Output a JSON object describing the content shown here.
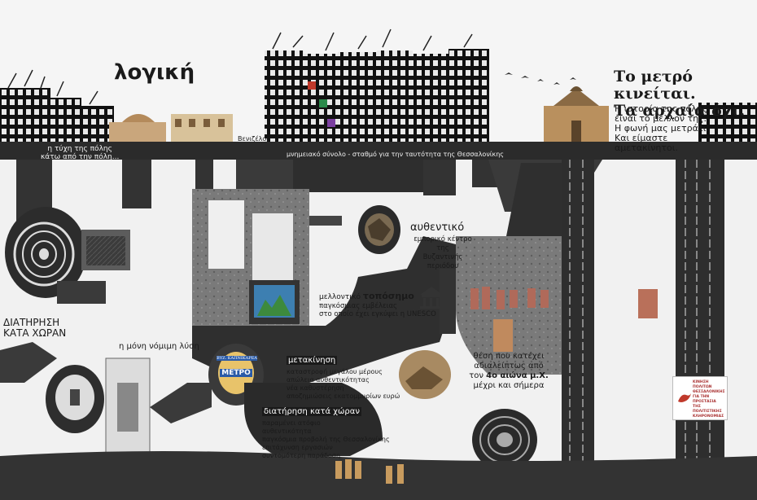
{
  "header": {
    "logic_title": "λογική",
    "slogan_line1": "Το μετρό κινείται.",
    "slogan_line2": "Τα αρχαία όχι.",
    "slogan_body": [
      "Η ιστορία της πόλης",
      "είναι το μέλλον της.",
      "Η φωνή μας μετράει.",
      "Και είμαστε",
      "αμετακίνητοι."
    ],
    "station_sign": "Βενιζέλου"
  },
  "strip": {
    "fate_line1": "η τύχη της πόλης",
    "fate_line2": "κάτω από την πόλη...",
    "monument_caption": "μνημειακό σύνολο - σταθμό για την ταυτότητα της Θεσσαλονίκης"
  },
  "labels": {
    "authentic_title": "αυθεντικό",
    "authentic_body": [
      "εμπορικό κέντρο της",
      "Βυζαντινής",
      "περιόδου"
    ],
    "future_prefix": "μελλοντικό ",
    "future_word": "τοπόσημο",
    "future_body": [
      "παγκόσμιας εμβέλειας",
      "στο οποίο έχει εγκύψει η UNESCO"
    ],
    "preservation_title": [
      "ΔΙΑΤΗΡΗΣΗ",
      "ΚΑΤΑ ΧΩΡΑΝ"
    ],
    "only_solution": "η μόνη νόμιμη λύση",
    "relocation_title": "μετακίνηση",
    "relocation_body": [
      "καταστροφή μεγάλου μέρους",
      "απώλεια αυθεντικότητας",
      "νέα καθυστέρηση",
      "αποζημιώσεις εκατομμυρίων ευρώ"
    ],
    "in_situ_title": "διατήρηση κατά χώραν",
    "in_situ_body": [
      "παραμένει ατόφιο",
      "αυθεντικότητα",
      "παγκόσμια προβολή της Θεσσαλονίκης",
      "επιτάχυνση εργασιών",
      "συντομότερη παράδοση"
    ],
    "position_line1": "θέση που κατέχει",
    "position_line2": "αδιαλείπτως από",
    "position_pre": "τον ",
    "position_bold": "4ο αιώνα μ.Χ.",
    "position_line4": "μέχρι και σήμερα",
    "metro_sign": "ΜΕΤΡΟ",
    "metro_top": "ΒΥΖ. ΚΑΠΝΙΚΑΡΕΑ"
  },
  "logo": {
    "lines": [
      "ΚΙΝΗΣΗ ΠΟΛΙΤΩΝ",
      "ΘΕΣΣΑΛΟΝΙΚΗΣ",
      "ΓΙΑ ΤΗΝ ΠΡΟΣΤΑΣΙΑ",
      "ΤΗΣ ΠΟΛΙΤΙΣΤΙΚΗΣ",
      "ΚΛΗΡΟΝΟΜΙΑΣ"
    ]
  },
  "colors": {
    "ground": "#2d2d2d",
    "tunnel": "#3a3a3a",
    "rock": "#8a8a8a",
    "accent": "#c0392b",
    "metro_blue": "#2a5ba8"
  },
  "icons": [
    "unesco-icon",
    "church-icon",
    "apartment-block-icon",
    "bird-flock-icon",
    "tunnel-boring-icon",
    "citizens-logo-icon"
  ]
}
